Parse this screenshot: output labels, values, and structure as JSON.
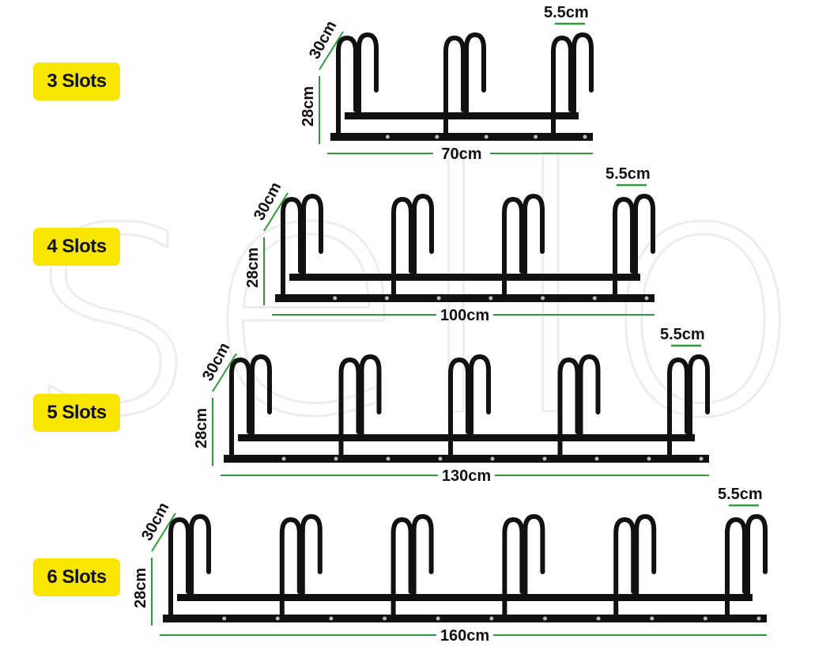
{
  "watermark": {
    "text": "sello"
  },
  "colors": {
    "badge": "#f8e600",
    "measure_line": "#2e9a3a",
    "rack": "#111111"
  },
  "racks": [
    {
      "badge": "3 Slots",
      "slots": 3,
      "height": "28cm",
      "arm": "30cm",
      "gap": "5.5cm",
      "width": "70cm"
    },
    {
      "badge": "4 Slots",
      "slots": 4,
      "height": "28cm",
      "arm": "30cm",
      "gap": "5.5cm",
      "width": "100cm"
    },
    {
      "badge": "5 Slots",
      "slots": 5,
      "height": "28cm",
      "arm": "30cm",
      "gap": "5.5cm",
      "width": "130cm"
    },
    {
      "badge": "6 Slots",
      "slots": 6,
      "height": "28cm",
      "arm": "30cm",
      "gap": "5.5cm",
      "width": "160cm"
    }
  ]
}
